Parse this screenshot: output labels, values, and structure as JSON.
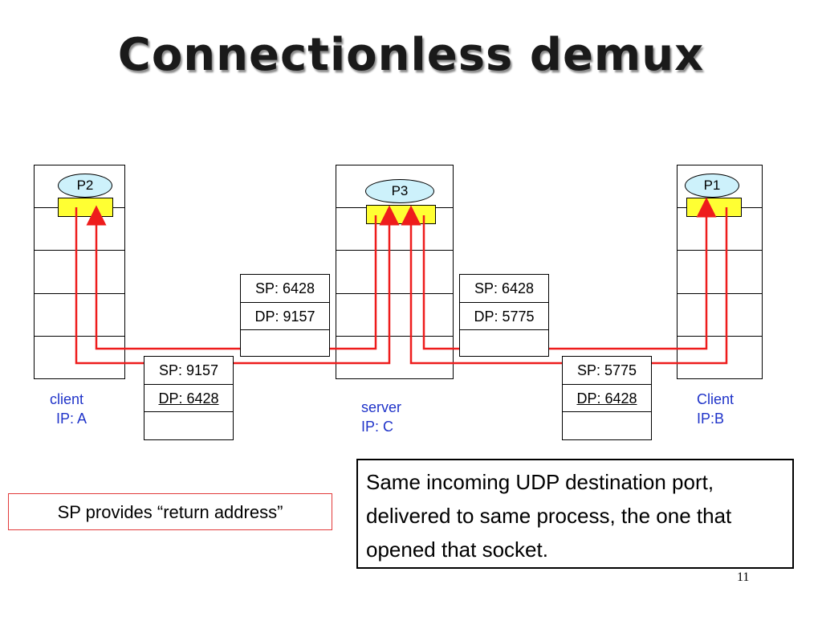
{
  "title": "Connectionless demux",
  "processes": {
    "p2": "P2",
    "p3": "P3",
    "p1": "P1"
  },
  "segments": {
    "mid_left": {
      "sp": "SP: 6428",
      "dp": "DP: 9157"
    },
    "mid_right": {
      "sp": "SP: 6428",
      "dp": "DP: 5775"
    },
    "low_left": {
      "sp": "SP: 9157",
      "dp": "DP: 6428"
    },
    "low_right": {
      "sp": "SP: 5775",
      "dp": "DP: 6428"
    }
  },
  "hosts": {
    "client_a": {
      "line1": "client",
      "line2": "IP: A"
    },
    "server_c": {
      "line1": "server",
      "line2": "IP: C"
    },
    "client_b": {
      "line1": "Client",
      "line2": "IP:B"
    }
  },
  "note_text": "Same incoming UDP destination port, delivered to same process, the one that opened that socket.",
  "sp_note": "SP provides “return address”",
  "page_number": "11",
  "colors": {
    "wire": "#ee1c1c",
    "process": "#cdf1fb",
    "socket": "#ffff33",
    "host_label": "#1f33c9"
  }
}
